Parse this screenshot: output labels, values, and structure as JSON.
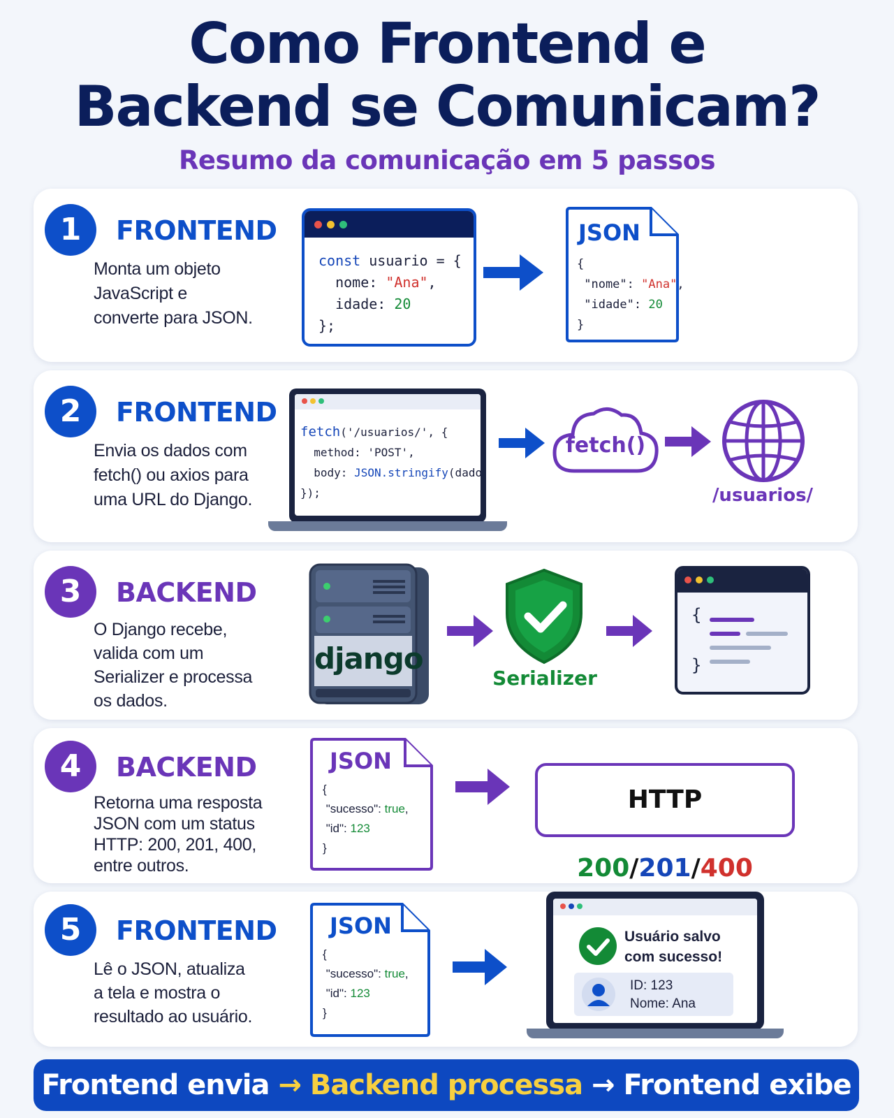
{
  "title_line1": "Como Frontend e",
  "title_line2": "Backend se Comunicam?",
  "subtitle": "Resumo da comunicação em 5 passos",
  "steps": [
    {
      "number": "1",
      "label": "FRONTEND",
      "desc": [
        "Monta um objeto",
        "JavaScript e",
        "converte para JSON."
      ],
      "code": {
        "l1_kw": "const",
        "l1_rest": " usuario = {",
        "l2_key": "  nome: ",
        "l2_val": "\"Ana\"",
        "l2_end": ",",
        "l3_key": "  idade: ",
        "l3_val": "20",
        "l4": "};"
      },
      "json": {
        "title": "JSON",
        "open": "{",
        "k1": " \"nome\": ",
        "v1": "\"Ana\"",
        "e1": ",",
        "k2": " \"idade\": ",
        "v2": "20",
        "close": "}"
      }
    },
    {
      "number": "2",
      "label": "FRONTEND",
      "desc": [
        "Envia os dados com",
        "fetch() ou axios para",
        "uma URL do Django."
      ],
      "code": {
        "l1_kw": "fetch",
        "l1_rest": "('/usuarios/', {",
        "l2": "  method: 'POST',",
        "l3_key": "  body: ",
        "l3_kw": "JSON.stringify",
        "l3_end": "(dados)",
        "l4": "});"
      },
      "cloud_label": "fetch()",
      "url_label": "/usuarios/"
    },
    {
      "number": "3",
      "label": "BACKEND",
      "desc": [
        "O Django recebe,",
        "valida com um",
        "Serializer e processa",
        "os dados."
      ],
      "server_label": "django",
      "shield_label": "Serializer",
      "brace_open": "{",
      "brace_close": "}"
    },
    {
      "number": "4",
      "label": "BACKEND",
      "desc": [
        "Retorna uma resposta",
        "JSON com um status",
        "HTTP: 200, 201, 400,",
        "entre outros."
      ],
      "json": {
        "title": "JSON",
        "open": "{",
        "k1": " \"sucesso\": ",
        "v1": "true",
        "e1": ",",
        "k2": " \"id\": ",
        "v2": "123",
        "close": "}"
      },
      "http": {
        "prefix": "HTTP ",
        "c200": "200",
        "sep1": "/",
        "c201": "201",
        "sep2": "/",
        "c400": "400"
      }
    },
    {
      "number": "5",
      "label": "FRONTEND",
      "desc": [
        "Lê o JSON, atualiza",
        "a tela e mostra o",
        "resultado ao usuário."
      ],
      "json": {
        "title": "JSON",
        "open": "{",
        "k1": " \"sucesso\": ",
        "v1": "true",
        "e1": ",",
        "k2": " \"id\": ",
        "v2": "123",
        "close": "}"
      },
      "success_line1": "Usuário salvo",
      "success_line2": "com sucesso!",
      "user_id": "ID: 123",
      "user_name": "Nome: Ana"
    }
  ],
  "footer": {
    "part1": "Frontend envia",
    "arrow1": "→",
    "part2": "Backend processa",
    "arrow2": "→",
    "part3": "Frontend exibe"
  },
  "colors": {
    "blue": "#0d4fc9",
    "purple": "#6a35b8",
    "navy": "#0b1e5b",
    "green": "#138a36",
    "red": "#d0312d"
  }
}
